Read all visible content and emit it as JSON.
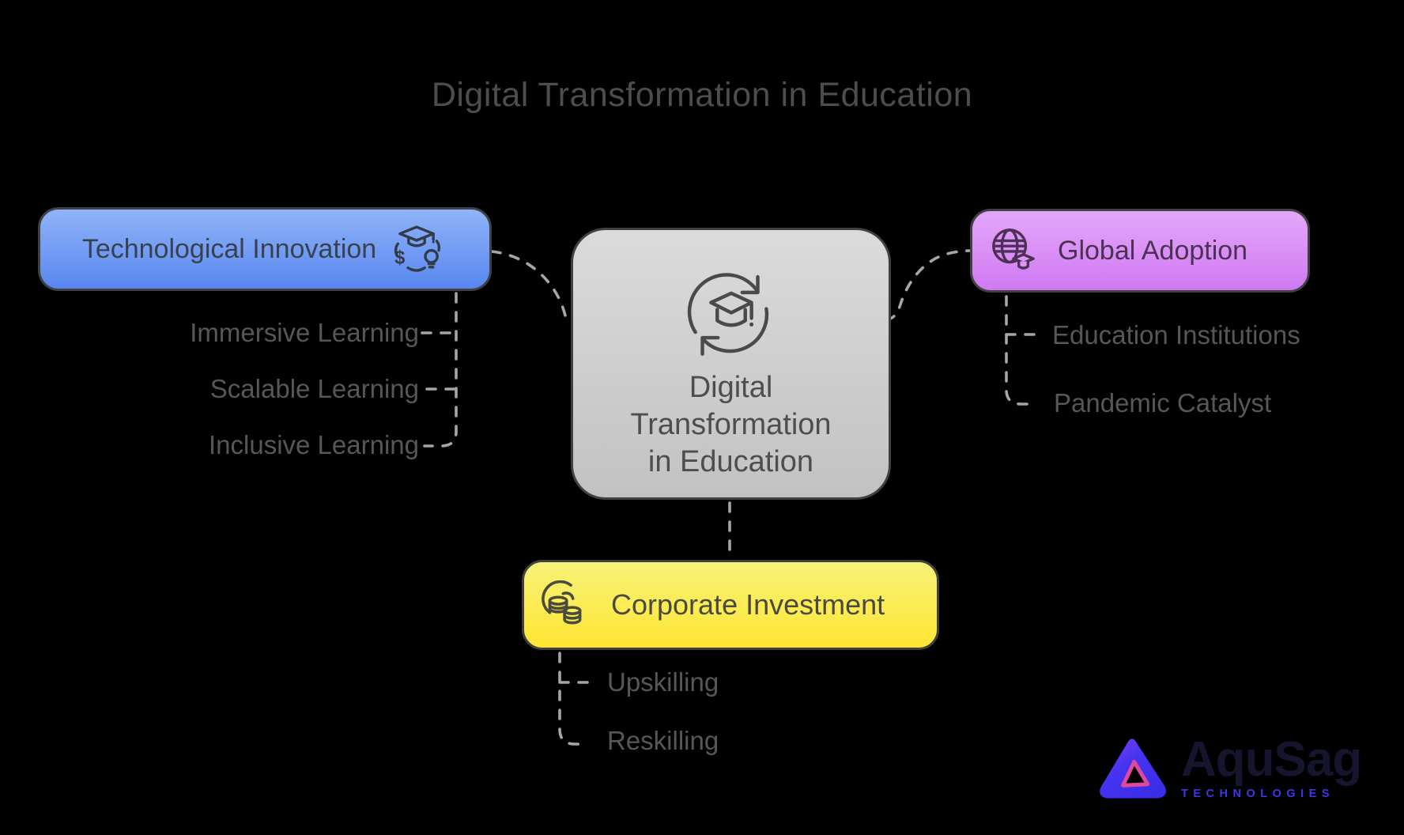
{
  "title": "Digital Transformation in Education",
  "center_node": {
    "lines": [
      "Digital",
      "Transformation",
      "in Education"
    ],
    "icon": "graduation-cycle-icon"
  },
  "nodes": {
    "tech": {
      "label": "Technological Innovation",
      "icon": "education-funding-idea-icon",
      "children": [
        "Immersive Learning",
        "Scalable Learning",
        "Inclusive Learning"
      ]
    },
    "global": {
      "label": "Global Adoption",
      "icon": "globe-graduation-icon",
      "children": [
        "Education Institutions",
        "Pandemic Catalyst"
      ]
    },
    "corporate": {
      "label": "Corporate Investment",
      "icon": "coins-icon",
      "children": [
        "Upskilling",
        "Reskilling"
      ]
    }
  },
  "logo": {
    "brand": "AquSag",
    "tagline": "TECHNOLOGIES"
  },
  "colors": {
    "background": "#000000",
    "title_text": "#4d4d4d",
    "node_border": "#414141",
    "connector": "#a6a6a6",
    "sub_label_text": "#575757",
    "tech_gradient_top": "#8fb4f8",
    "tech_gradient_bottom": "#5886ef",
    "global_gradient_top": "#e4a7f9",
    "global_gradient_bottom": "#cf79f2",
    "corporate_gradient_top": "#f7f277",
    "corporate_gradient_bottom": "#ffe634",
    "center_gradient_top": "#dbdbdb",
    "center_gradient_bottom": "#c2c2c2",
    "logo_brand_text": "#15152d",
    "logo_tagline_text": "#4136e6",
    "logo_mark_indigo": "#4533f0",
    "logo_mark_pink": "#e0479f"
  }
}
